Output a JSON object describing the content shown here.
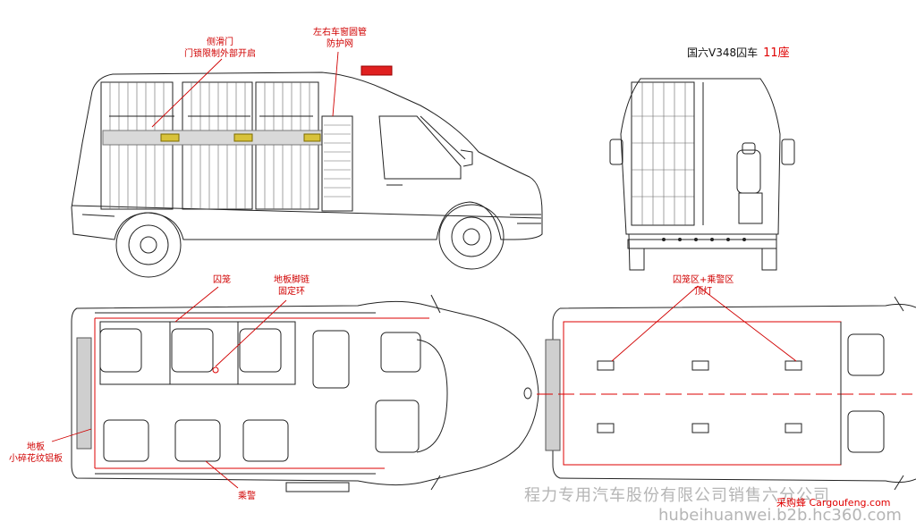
{
  "title": {
    "model": "国六V348囚车",
    "seats": "11座"
  },
  "labels": {
    "side_door": [
      "侧滑门",
      "门锁限制外部开启"
    ],
    "window_guard": [
      "左右车窗圆管",
      "防护网"
    ],
    "cage": "囚笼",
    "floor_chain": [
      "地板脚链",
      "固定环"
    ],
    "floor": [
      "地板",
      "小碎花纹铝板"
    ],
    "guard_seat": "乘警",
    "ceiling_light": [
      "囚笼区+乘警区",
      "顶灯"
    ]
  },
  "watermark": {
    "company": "程力专用汽车股份有限公司销售六分公司",
    "site": "hubeihuanwei.b2b.hc360.com",
    "badge": "采购蜂 Cargoufeng.com"
  }
}
